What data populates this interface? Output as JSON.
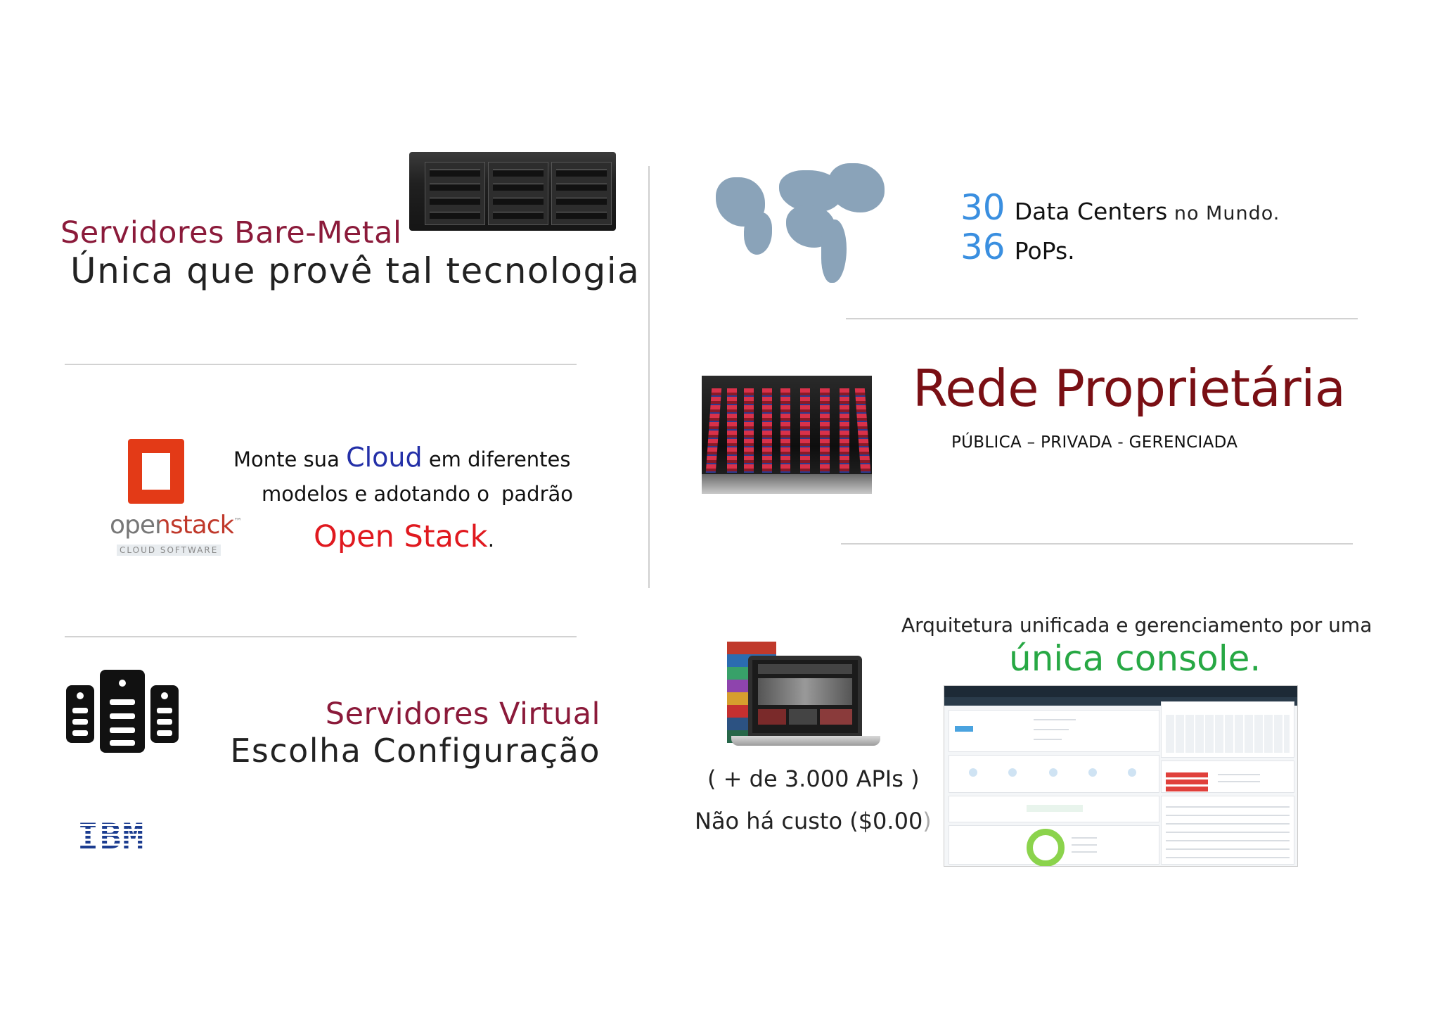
{
  "bare_metal": {
    "title": "Servidores Bare-Metal",
    "subtitle": "Única que provê tal tecnologia"
  },
  "openstack": {
    "line1_prefix": "Monte sua ",
    "line1_highlight": "Cloud",
    "line1_suffix": " em diferentes",
    "line2_a": "modelos e adotando o",
    "line2_b": "padrão",
    "line3_highlight": "Open Stack",
    "line3_suffix": ".",
    "logo_text": "openstack",
    "logo_tm": "™",
    "logo_sub": "CLOUD SOFTWARE"
  },
  "virtual": {
    "title": "Servidores Virtual",
    "subtitle": "Escolha Configuração",
    "ibm_logo": "IBM"
  },
  "datacenters": {
    "n1": "30",
    "label1": "Data Centers",
    "suffix1": " no Mundo.",
    "n2": "36",
    "label2": "PoPs",
    "suffix2": "."
  },
  "network": {
    "title": "Rede Proprietária",
    "subtitle": "PÚBLICA – PRIVADA - GERENCIADA"
  },
  "console": {
    "intro": "Arquitetura unificada e gerenciamento por uma",
    "highlight": "única console.",
    "apis": "( + de 3.000 APIs )",
    "cost_text": "Não há custo ($0.00",
    "cost_paren": ")"
  },
  "colors": {
    "heading_red": "#8b1a3a",
    "cloud_blue": "#2430a8",
    "openstack_red": "#e0191f",
    "number_blue": "#3a8fe0",
    "network_red": "#7a0f14",
    "console_green": "#27a844"
  }
}
